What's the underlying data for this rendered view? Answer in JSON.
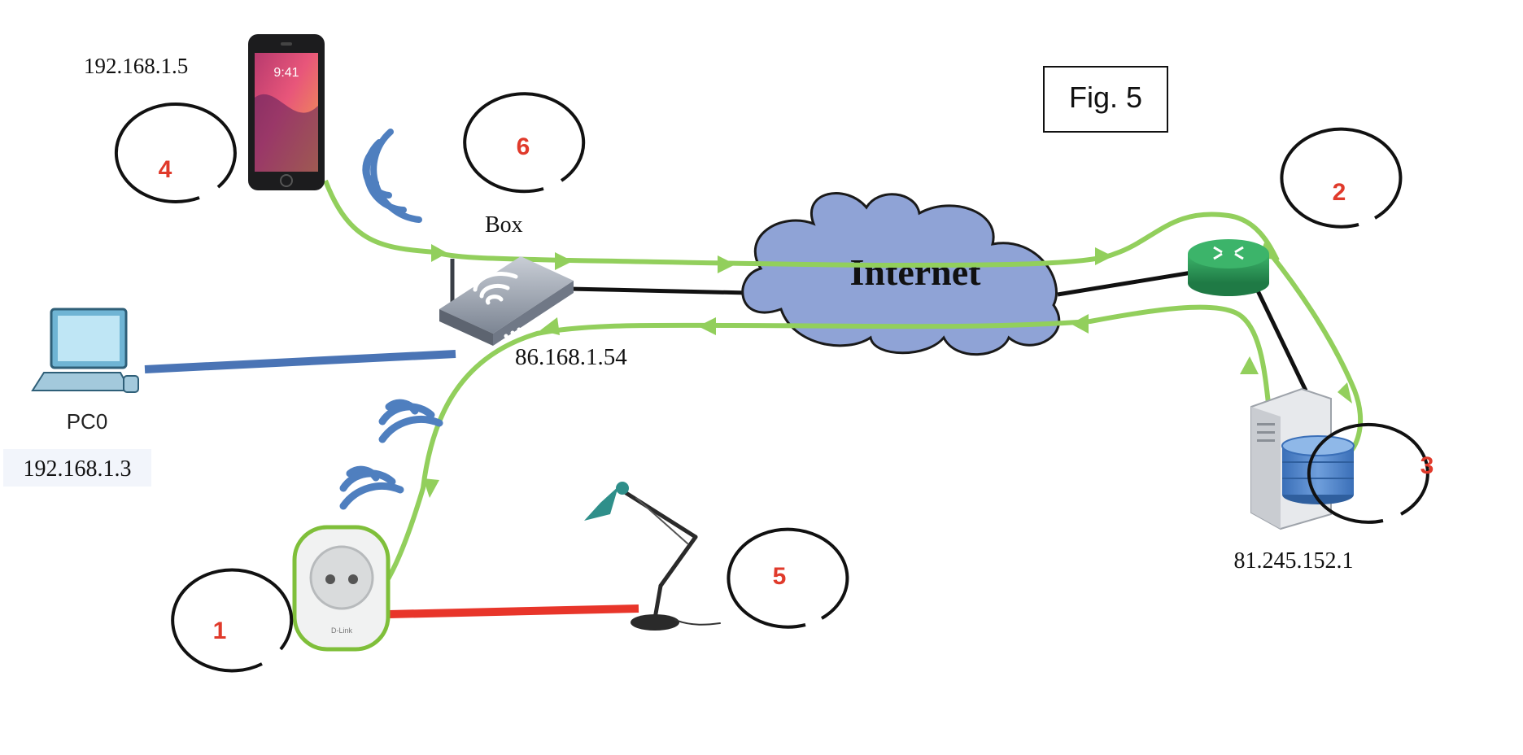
{
  "figure": {
    "label": "Fig. 5"
  },
  "markers": [
    {
      "id": "1",
      "label": "1"
    },
    {
      "id": "2",
      "label": "2"
    },
    {
      "id": "3",
      "label": "3"
    },
    {
      "id": "4",
      "label": "4"
    },
    {
      "id": "5",
      "label": "5"
    },
    {
      "id": "6",
      "label": "6"
    }
  ],
  "devices": {
    "phone": {
      "ip": "192.168.1.5",
      "icon": "smartphone-icon"
    },
    "box": {
      "label": "Box",
      "ip": "86.168.1.54",
      "icon": "wifi-router-icon"
    },
    "pc": {
      "label": "PC0",
      "ip": "192.168.1.3",
      "icon": "desktop-pc-icon"
    },
    "internet": {
      "label": "Internet",
      "icon": "cloud-icon"
    },
    "router": {
      "icon": "router-icon"
    },
    "server": {
      "ip": "81.245.152.1",
      "icon": "server-database-icon"
    },
    "plug": {
      "brand": "D-Link",
      "icon": "smart-plug-icon"
    },
    "lamp": {
      "icon": "desk-lamp-icon"
    }
  },
  "colors": {
    "marker_number": "#e03a2b",
    "data_flow": "#92cf5c",
    "wifi_waves": "#4f7fbf",
    "lan_cable": "#4a74b5",
    "power_cable": "#e8352a",
    "cloud_fill": "#8fa3d6",
    "router_green": "#2f9a58"
  }
}
